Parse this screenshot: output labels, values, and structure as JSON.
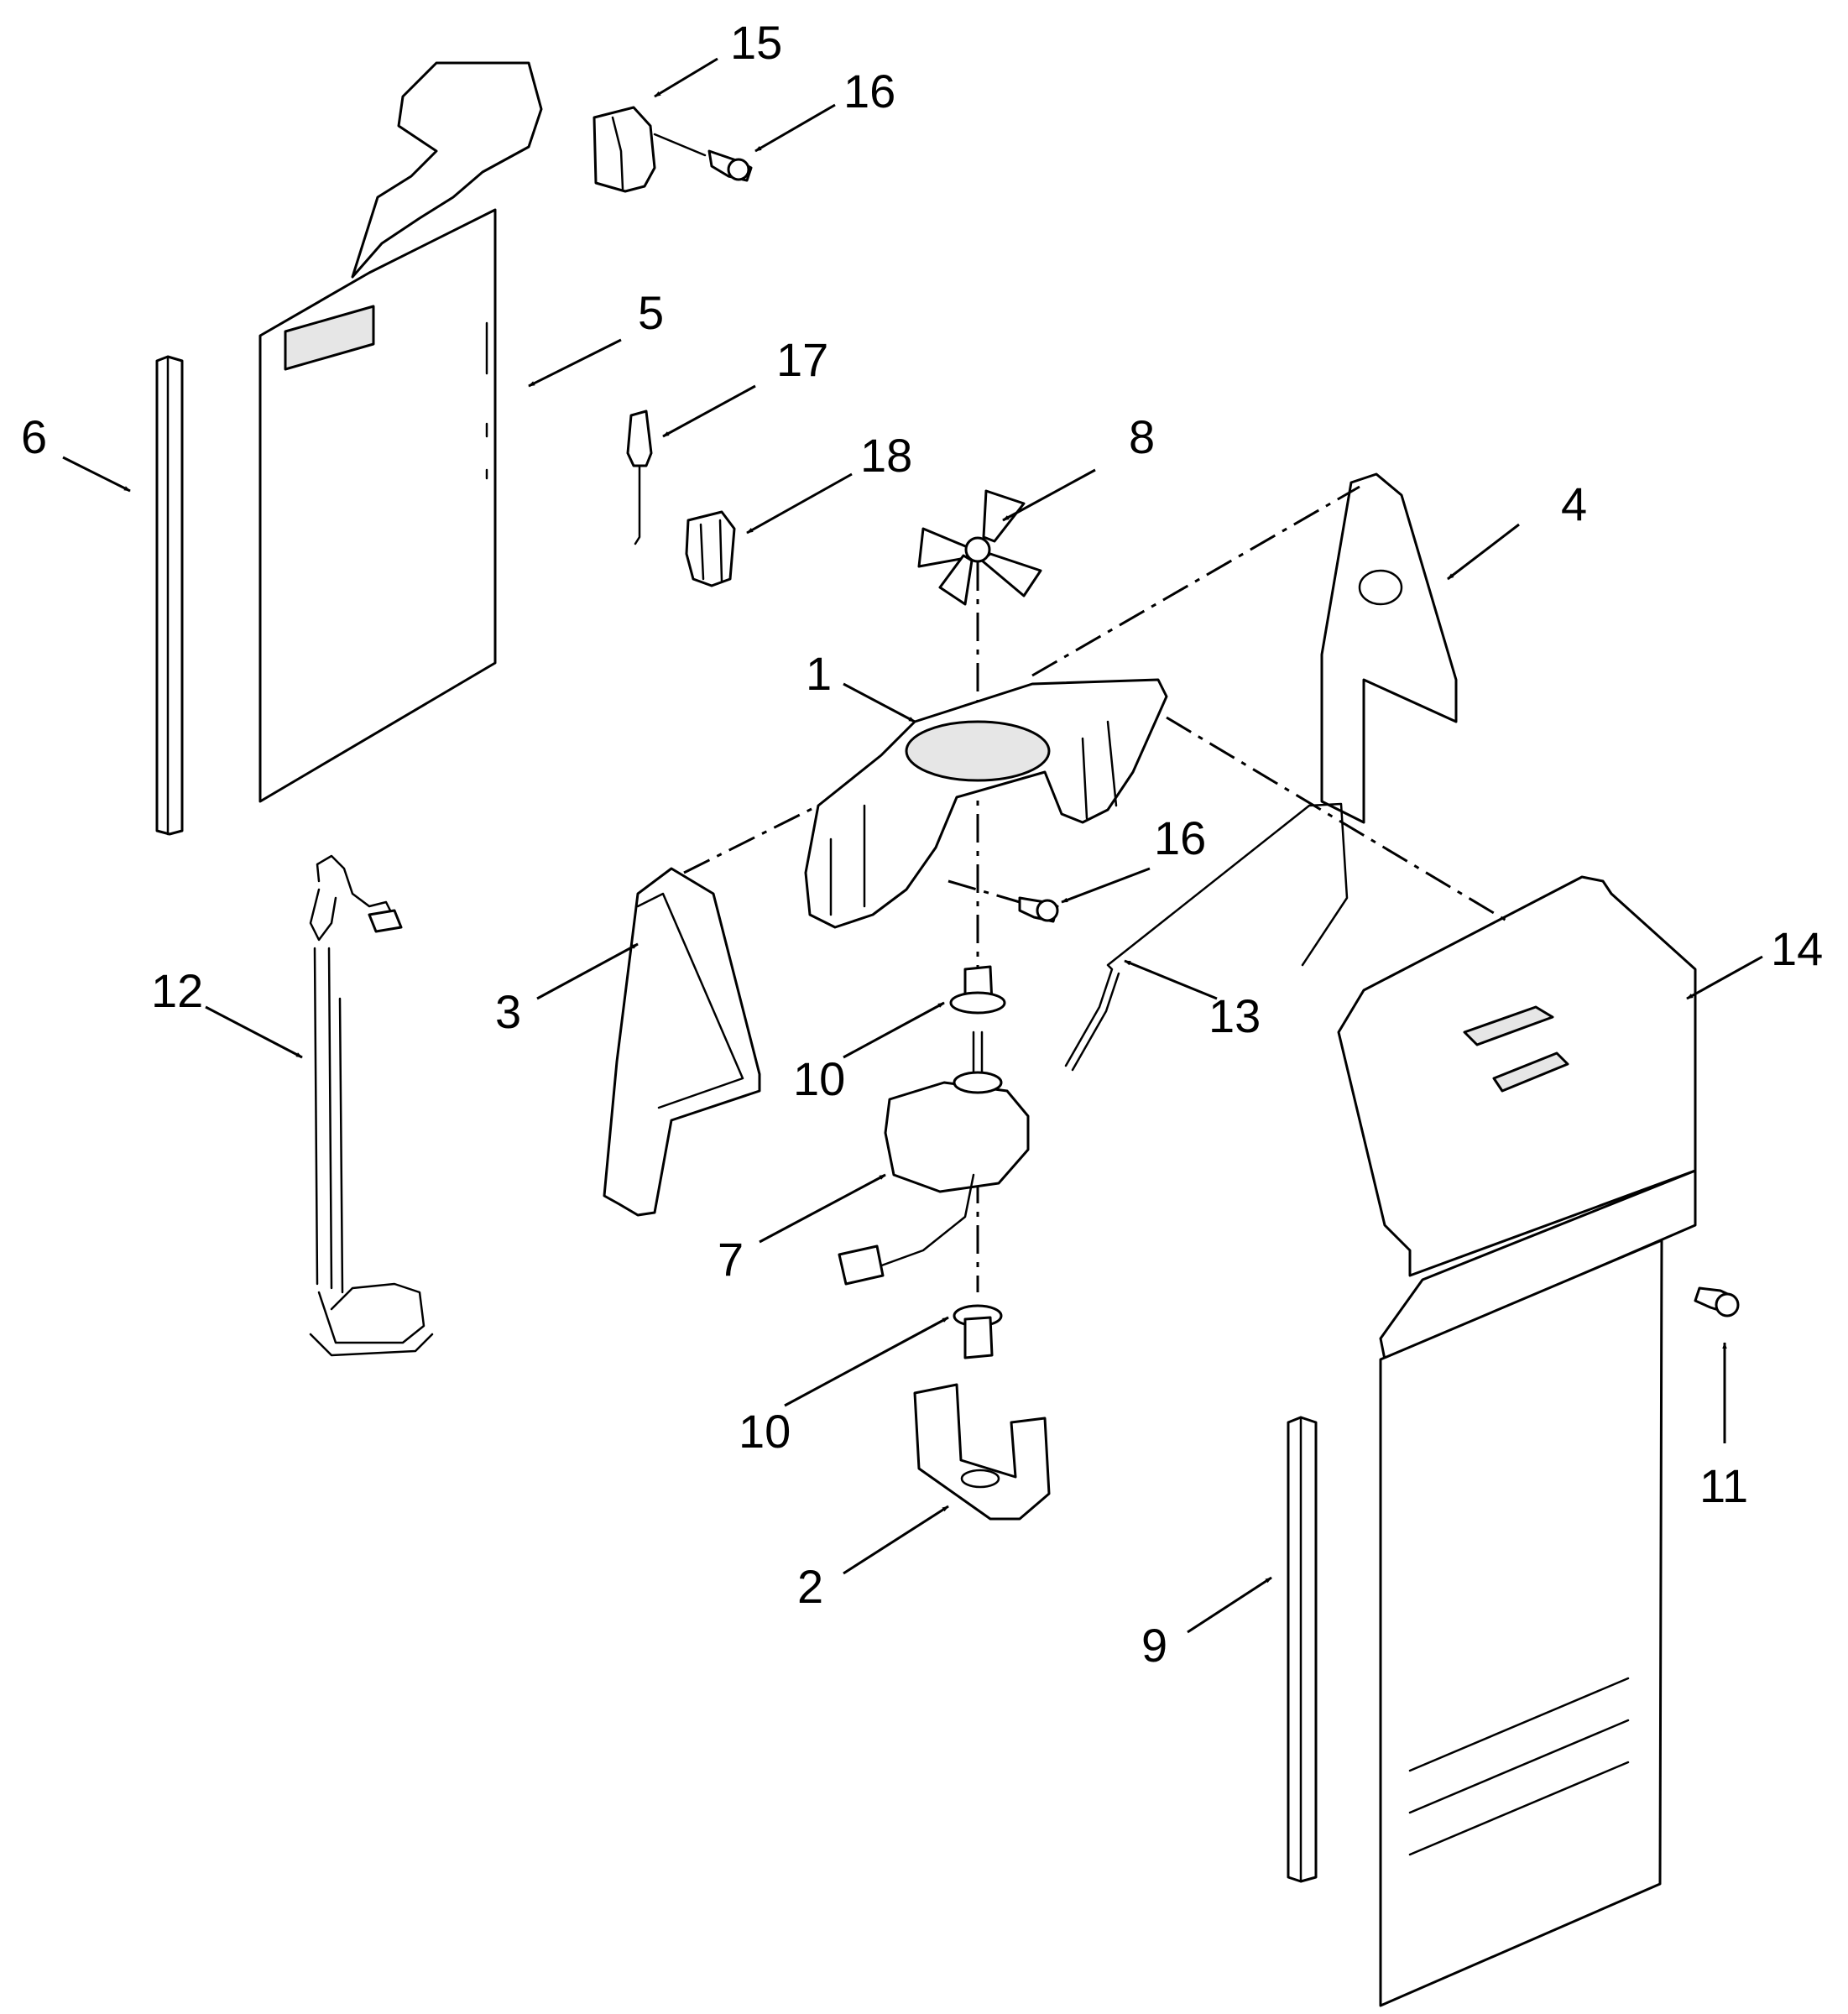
{
  "callouts": {
    "c1": "1",
    "c2": "2",
    "c3": "3",
    "c4": "4",
    "c5": "5",
    "c6": "6",
    "c7": "7",
    "c8": "8",
    "c9": "9",
    "c10a": "10",
    "c10b": "10",
    "c11": "11",
    "c12": "12",
    "c13": "13",
    "c14": "14",
    "c15": "15",
    "c16a": "16",
    "c16b": "16",
    "c17": "17",
    "c18": "18"
  }
}
